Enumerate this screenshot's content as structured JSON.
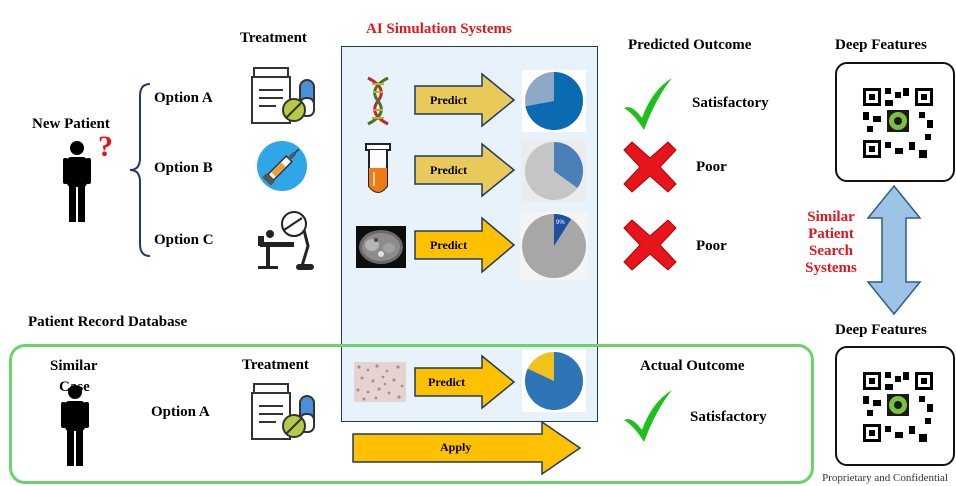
{
  "header": {
    "treatment_top": "Treatment",
    "ai_title": "AI Simulation Systems",
    "predicted_outcome": "Predicted Outcome",
    "deep_features_top": "Deep Features",
    "deep_features_bottom": "Deep Features"
  },
  "new_patient": {
    "label": "New Patient",
    "question_mark": "?",
    "options": [
      "Option A",
      "Option B",
      "Option C"
    ]
  },
  "ai_rows": [
    {
      "action": "Predict",
      "outcome": "Satisfactory",
      "pie_fraction": 0.72
    },
    {
      "action": "Predict",
      "outcome": "Poor",
      "pie_fraction": 0.35
    },
    {
      "action": "Predict",
      "outcome": "Poor",
      "pie_fraction": 0.09,
      "pie_label": "9%"
    }
  ],
  "similar_search": [
    "Similar",
    "Patient",
    "Search",
    "Systems"
  ],
  "database": {
    "label": "Patient Record Database",
    "similar_case": [
      "Similar",
      "Case"
    ],
    "treatment": "Treatment",
    "option": "Option A",
    "predict": "Predict",
    "pie_fraction": 0.82,
    "apply": "Apply",
    "actual_outcome": "Actual Outcome",
    "outcome": "Satisfactory"
  },
  "footer": "Proprietary and Confidential",
  "colors": {
    "ai_title": "#e8141b",
    "similar_search": "#e8141b",
    "check": "#1ec01e",
    "cross": "#e8141b",
    "arrow_light": "#e8c95a",
    "arrow_dark": "#ffc000",
    "pie_blue": "#2e75b6",
    "pie_grey": "#bfbfbf",
    "db_border": "#6bd36b",
    "double_arrow": "#9dc3e6"
  }
}
